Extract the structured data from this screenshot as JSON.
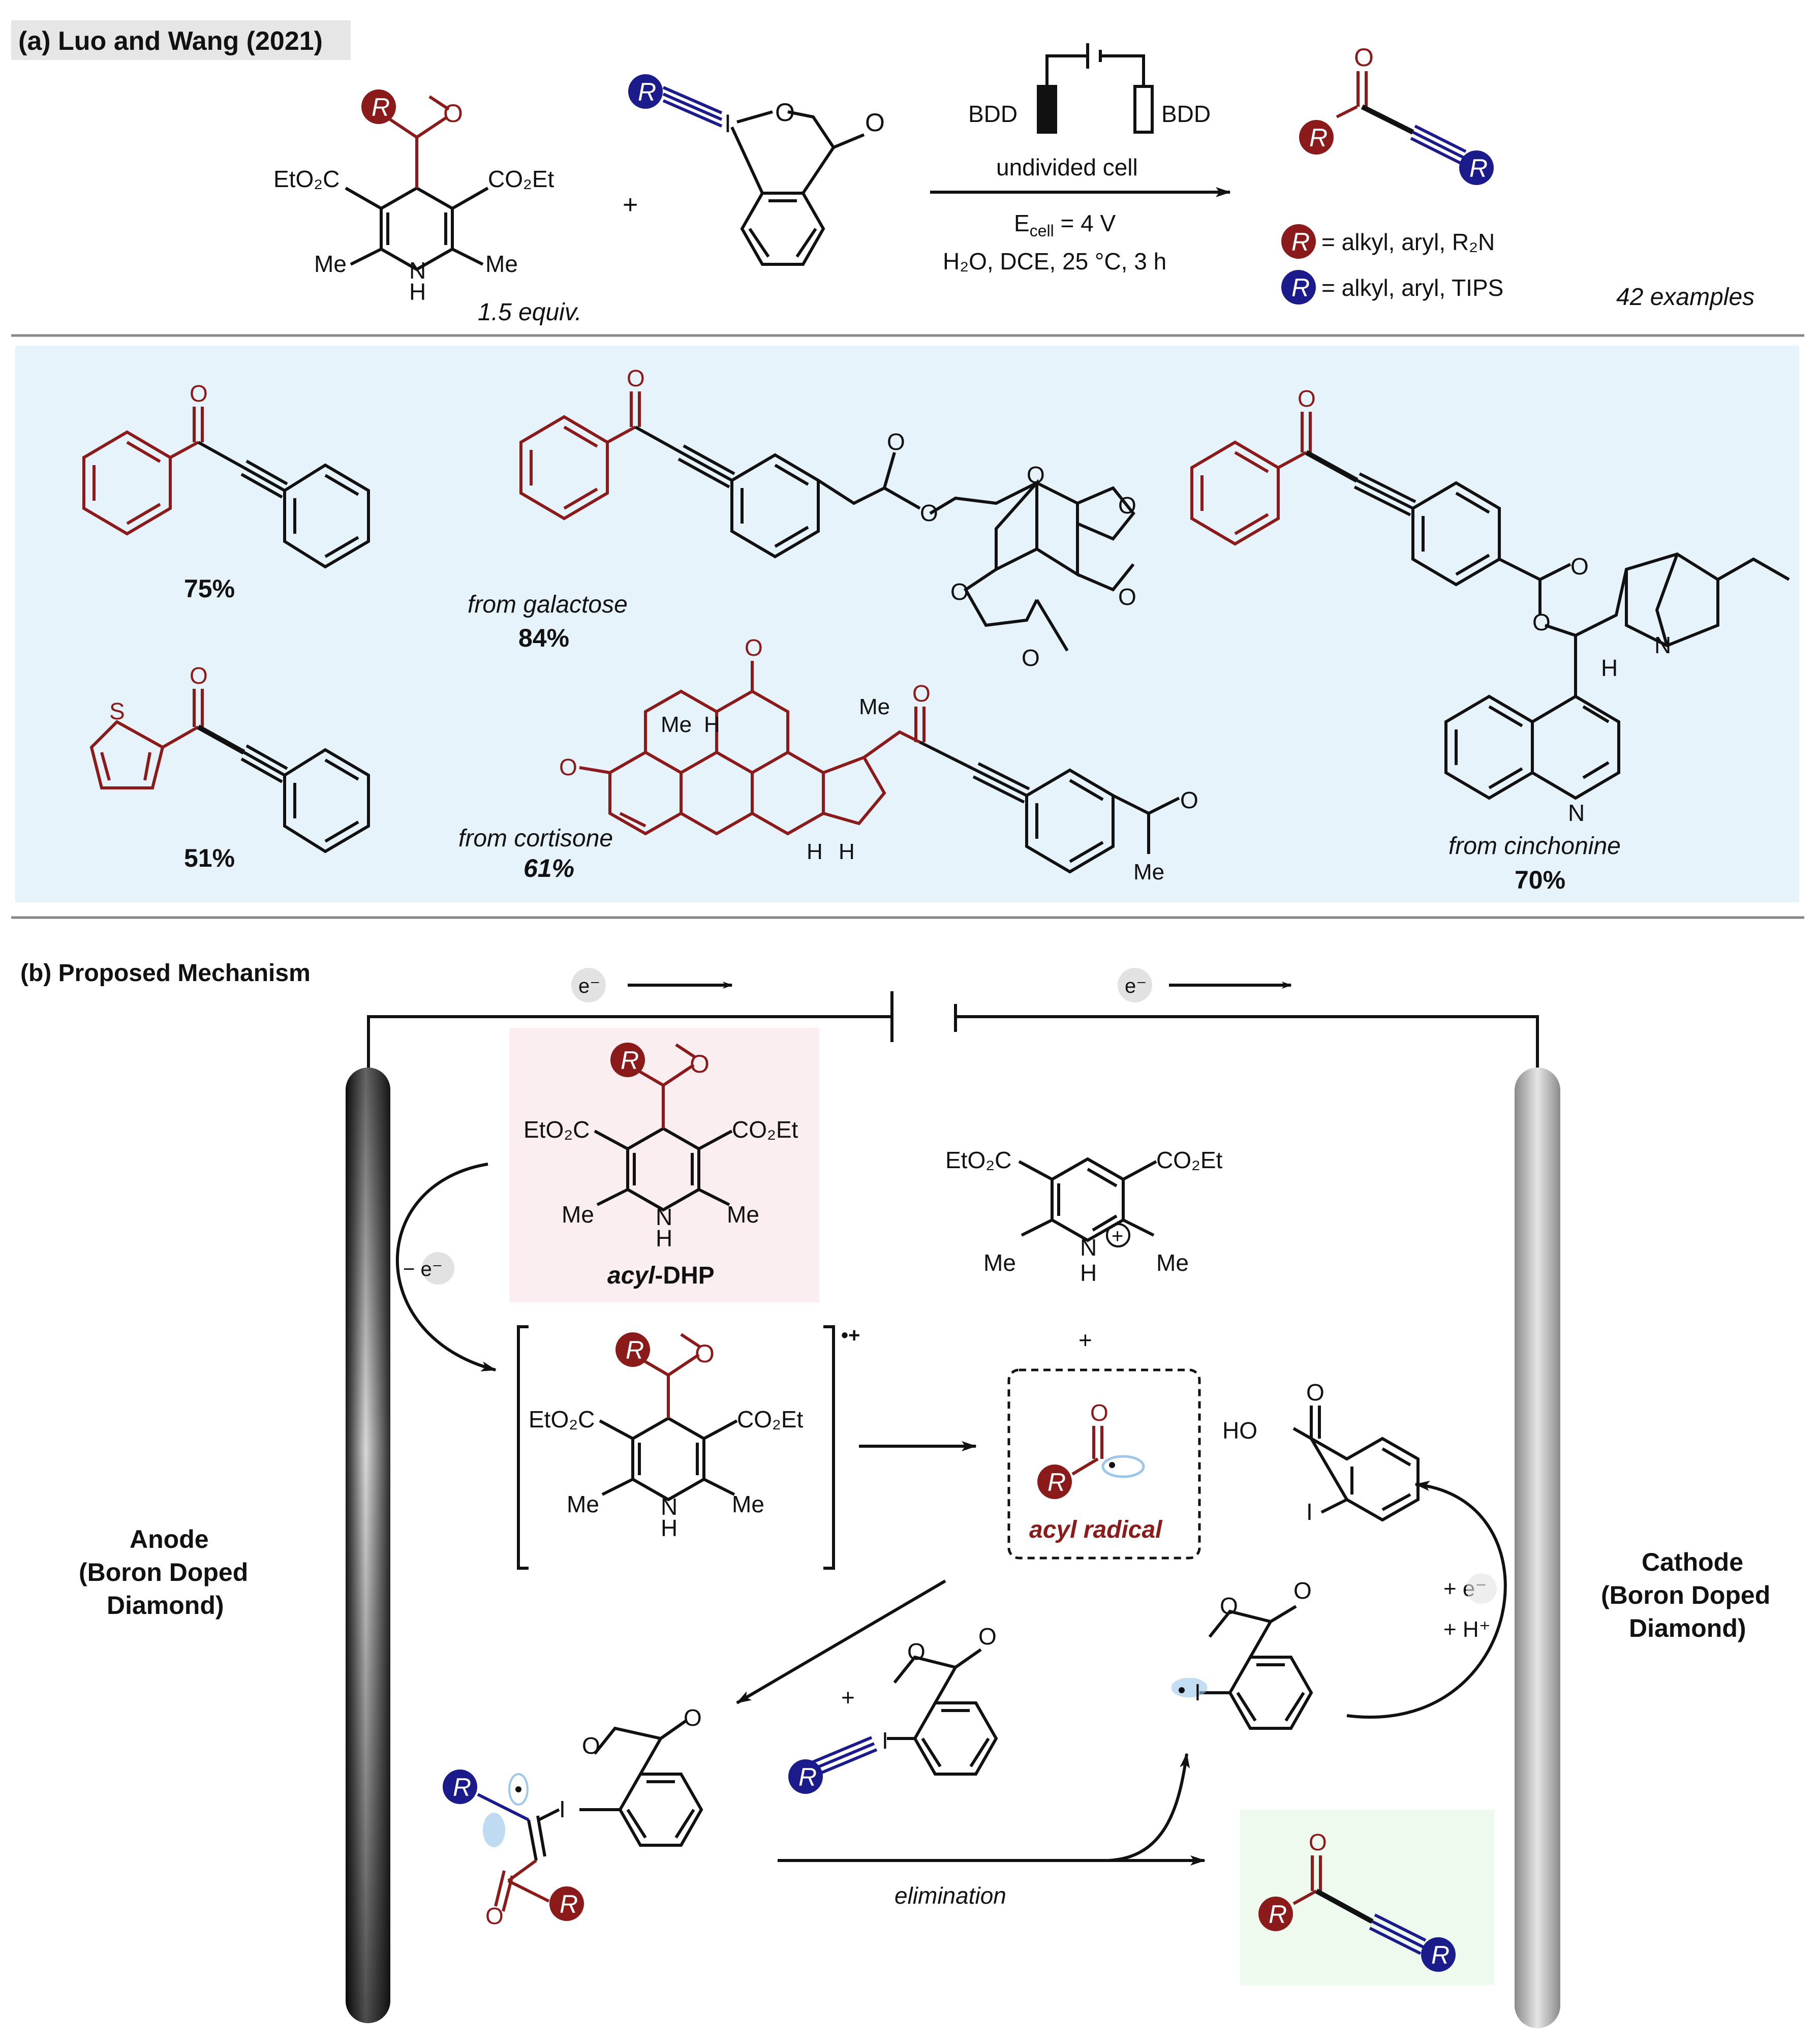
{
  "panel_a": {
    "header": "(a) Luo and Wang (2021)",
    "reagent_equiv": "1.5 equiv.",
    "plus": "+",
    "electrode_left": "BDD",
    "electrode_right": "BDD",
    "cell": "undivided cell",
    "ecell": "E",
    "ecell_sub": "cell",
    "ecell_value": " = 4 V",
    "conditions": "H₂O, DCE, 25 °C, 3 h",
    "r_red_def": "= alkyl, aryl, R₂N",
    "r_blue_def": "= alkyl, aryl, TIPS",
    "examples": "42 examples",
    "dhp_labels": {
      "left_ester": "EtO₂C",
      "right_ester": "CO₂Et",
      "me_left": "Me",
      "me_right": "Me",
      "nh": "N",
      "h": "H",
      "o": "O",
      "r": "R"
    },
    "ebx_labels": {
      "i": "I",
      "o": "O"
    }
  },
  "scope": [
    {
      "yield": "75%",
      "note": ""
    },
    {
      "yield": "84%",
      "note": "from galactose"
    },
    {
      "yield": "70%",
      "note": "from cinchonine"
    },
    {
      "yield": "51%",
      "note": ""
    },
    {
      "yield": "61%",
      "note": "from cortisone"
    }
  ],
  "scope_atoms": {
    "S": "S",
    "O": "O",
    "N": "N",
    "H": "H",
    "Me": "Me"
  },
  "panel_b": {
    "header": "(b) Proposed Mechanism",
    "electron": "e⁻",
    "anode": [
      "Anode",
      "(Boron Doped",
      "Diamond)"
    ],
    "cathode": [
      "Cathode",
      "(Boron Doped",
      "Diamond)"
    ],
    "acyl_dhp_label_italic": "acyl",
    "acyl_dhp_label_rest": "-DHP",
    "minus_e": "− e⁻",
    "radical_cation": "•+",
    "pyridinium_plus": "+",
    "acyl_radical": "acyl radical",
    "hoac": "HO",
    "plus_e": "+ e⁻",
    "plus_h": "+ H⁺",
    "elimination": "elimination"
  },
  "colors": {
    "red": "#8b1a1a",
    "blue": "#1b1b8c",
    "scope_bg": "#e7f3fb",
    "dhp_bg": "#fbeef0",
    "product_bg": "#eefaee",
    "orbital": "#9cc7ea"
  }
}
